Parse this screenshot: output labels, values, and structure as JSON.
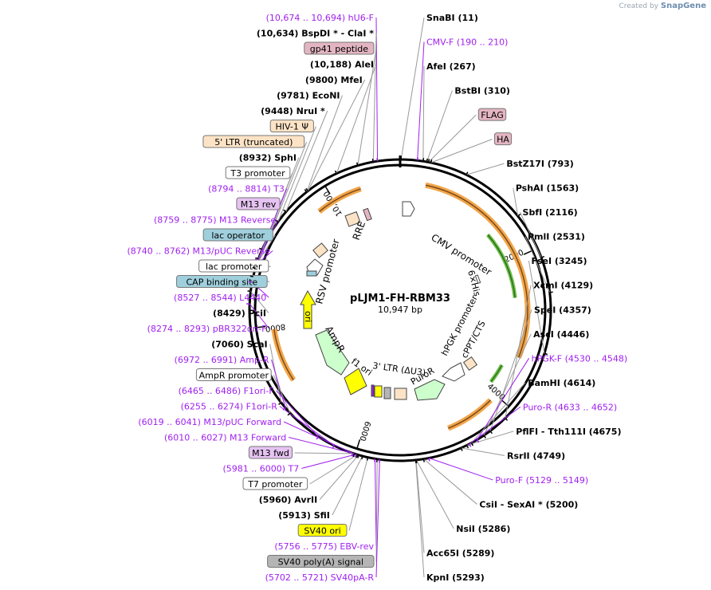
{
  "branding": {
    "prefix": "Created by",
    "name": "SnapGene"
  },
  "plasmid": {
    "name": "pLJM1-FH-RBM33",
    "length": "10,947 bp"
  },
  "colors": {
    "primer": "#a020f0",
    "site_text": "#000000",
    "line": "#9b9b9b",
    "backbone": "#000000"
  },
  "ticks": [
    {
      "label": "2000",
      "pos": 2000
    },
    {
      "label": "4000",
      "pos": 4000
    },
    {
      "label": "6000",
      "pos": 6000
    },
    {
      "label": "8000",
      "pos": 8000
    },
    {
      "label": "10,000",
      "pos": 10000
    }
  ],
  "labels": [
    {
      "id": "hu6f",
      "text": "(10,674 .. 10,694)  hU6-F",
      "kind": "primer",
      "anchor": 10684
    },
    {
      "id": "bspdi",
      "text": "(10,634)  BspDI * - ClaI *",
      "kind": "site",
      "anchor": 10634
    },
    {
      "id": "gp41",
      "text": "gp41 peptide",
      "kind": "feature",
      "fill": "#e3b5c2",
      "anchor": 10450
    },
    {
      "id": "alei",
      "text": "(10,188)  AleI",
      "kind": "site",
      "anchor": 10188
    },
    {
      "id": "mfei",
      "text": "(9800)  MfeI",
      "kind": "site",
      "anchor": 9800
    },
    {
      "id": "econi",
      "text": "(9781)  EcoNI",
      "kind": "site",
      "anchor": 9781
    },
    {
      "id": "drui",
      "text": "(9448)  NruI *",
      "kind": "site",
      "anchor": 9448
    },
    {
      "id": "hiv",
      "text": "HIV-1 Ψ",
      "kind": "feature",
      "fill": "#fde3c6",
      "anchor": 9300
    },
    {
      "id": "ltr5",
      "text": "5' LTR (truncated)",
      "kind": "feature",
      "fill": "#fde3c6",
      "anchor": 9150
    },
    {
      "id": "sphi",
      "text": "(8932)  SphI",
      "kind": "site",
      "anchor": 8932
    },
    {
      "id": "t3p",
      "text": "T3 promoter",
      "kind": "feature",
      "fill": "#ffffff",
      "anchor": 8815
    },
    {
      "id": "t3",
      "text": "(8794 .. 8814)  T3",
      "kind": "primer",
      "anchor": 8804
    },
    {
      "id": "m13rev",
      "text": "M13 rev",
      "kind": "feature",
      "fill": "#e6c3f2",
      "anchor": 8775
    },
    {
      "id": "m13reverse",
      "text": "(8759 .. 8775)  M13 Reverse",
      "kind": "primer",
      "anchor": 8767
    },
    {
      "id": "lacop",
      "text": "lac operator",
      "kind": "feature",
      "fill": "#9fcfdc",
      "anchor": 8760
    },
    {
      "id": "m13puc",
      "text": "(8740 .. 8762)  M13/pUC Reverse",
      "kind": "primer",
      "anchor": 8751
    },
    {
      "id": "lacprom",
      "text": "lac promoter",
      "kind": "feature",
      "fill": "#ffffff",
      "anchor": 8700
    },
    {
      "id": "cap",
      "text": "CAP binding site",
      "kind": "feature",
      "fill": "#9fcfdc",
      "anchor": 8600
    },
    {
      "id": "l4440",
      "text": "(8527 .. 8544)  L4440",
      "kind": "primer",
      "anchor": 8535
    },
    {
      "id": "pcii",
      "text": "(8429)  PciI",
      "kind": "site",
      "anchor": 8429
    },
    {
      "id": "pbr",
      "text": "(8274 .. 8293)  pBR322ori-F",
      "kind": "primer",
      "anchor": 8283
    },
    {
      "id": "scai",
      "text": "(7060)  ScaI",
      "kind": "site",
      "anchor": 7060
    },
    {
      "id": "ampr_p",
      "text": "(6972 .. 6991)  Amp-R",
      "kind": "primer",
      "anchor": 6981
    },
    {
      "id": "amprprom",
      "text": "AmpR promoter",
      "kind": "feature",
      "fill": "#ffffff",
      "anchor": 6900
    },
    {
      "id": "f1orif",
      "text": "(6465 .. 6486)  F1ori-F",
      "kind": "primer",
      "anchor": 6475
    },
    {
      "id": "f1orir",
      "text": "(6255 .. 6274)  F1ori-R",
      "kind": "primer",
      "anchor": 6264
    },
    {
      "id": "m13pucf",
      "text": "(6019 .. 6041)  M13/pUC Forward",
      "kind": "primer",
      "anchor": 6030
    },
    {
      "id": "m13f",
      "text": "(6010 .. 6027)  M13 Forward",
      "kind": "primer",
      "anchor": 6018
    },
    {
      "id": "m13fwd",
      "text": "M13 fwd",
      "kind": "feature",
      "fill": "#e6c3f2",
      "anchor": 6012
    },
    {
      "id": "t7",
      "text": "(5981 .. 6000)  T7",
      "kind": "primer",
      "anchor": 5990
    },
    {
      "id": "t7p",
      "text": "T7 promoter",
      "kind": "feature",
      "fill": "#ffffff",
      "anchor": 5975
    },
    {
      "id": "avrii",
      "text": "(5960)  AvrII",
      "kind": "site",
      "anchor": 5960
    },
    {
      "id": "sfii",
      "text": "(5913)  SfiI",
      "kind": "site",
      "anchor": 5913
    },
    {
      "id": "sv40ori",
      "text": "SV40 ori",
      "kind": "feature",
      "fill": "#ffff00",
      "anchor": 5850
    },
    {
      "id": "ebv",
      "text": "(5756 .. 5775)  EBV-rev",
      "kind": "primer",
      "anchor": 5765
    },
    {
      "id": "sv40pa",
      "text": "SV40 poly(A) signal",
      "kind": "feature",
      "fill": "#b5b5b5",
      "anchor": 5740
    },
    {
      "id": "sv40par",
      "text": "(5702 .. 5721)  SV40pA-R",
      "kind": "primer",
      "anchor": 5711
    },
    {
      "id": "snabi",
      "text": "SnaBI    (11)",
      "kind": "site",
      "anchor": 11
    },
    {
      "id": "cmvf",
      "text": "CMV-F    (190 .. 210)",
      "kind": "primer",
      "anchor": 200
    },
    {
      "id": "afei",
      "text": "AfeI    (267)",
      "kind": "site",
      "anchor": 267
    },
    {
      "id": "bstbi",
      "text": "BstBI    (310)",
      "kind": "site",
      "anchor": 310
    },
    {
      "id": "flag",
      "text": "FLAG",
      "kind": "feature",
      "fill": "#e3b5c2",
      "anchor": 330
    },
    {
      "id": "ha",
      "text": "HA",
      "kind": "feature",
      "fill": "#e3b5c2",
      "anchor": 360
    },
    {
      "id": "bstz",
      "text": "BstZ17I    (793)",
      "kind": "site",
      "anchor": 793
    },
    {
      "id": "pshai",
      "text": "PshAI    (1563)",
      "kind": "site",
      "anchor": 1563
    },
    {
      "id": "sbfi",
      "text": "SbfI    (2116)",
      "kind": "site",
      "anchor": 2116
    },
    {
      "id": "pmli",
      "text": "PmlI    (2531)",
      "kind": "site",
      "anchor": 2531
    },
    {
      "id": "fsei",
      "text": "FseI    (3245)",
      "kind": "site",
      "anchor": 3245
    },
    {
      "id": "xcmi",
      "text": "XcmI    (4129)",
      "kind": "site",
      "anchor": 4129
    },
    {
      "id": "spei",
      "text": "SpeI    (4357)",
      "kind": "site",
      "anchor": 4357
    },
    {
      "id": "asci",
      "text": "AscI    (4446)",
      "kind": "site",
      "anchor": 4446
    },
    {
      "id": "hpgkf",
      "text": "hPGK-F    (4530 .. 4548)",
      "kind": "primer",
      "anchor": 4539
    },
    {
      "id": "bamhi",
      "text": "BamHI    (4614)",
      "kind": "site",
      "anchor": 4614
    },
    {
      "id": "puror",
      "text": "Puro-R    (4633 .. 4652)",
      "kind": "primer",
      "anchor": 4642
    },
    {
      "id": "pflfi",
      "text": "PflFI - Tth111I    (4675)",
      "kind": "site",
      "anchor": 4675
    },
    {
      "id": "rsrii",
      "text": "RsrII    (4749)",
      "kind": "site",
      "anchor": 4749
    },
    {
      "id": "purof",
      "text": "Puro-F    (5129 .. 5149)",
      "kind": "primer",
      "anchor": 5139
    },
    {
      "id": "csii",
      "text": "CsiI - SexAI *    (5200)",
      "kind": "site",
      "anchor": 5200
    },
    {
      "id": "nsii",
      "text": "NsiI    (5286)",
      "kind": "site",
      "anchor": 5286
    },
    {
      "id": "acc65i",
      "text": "Acc65I    (5289)",
      "kind": "site",
      "anchor": 5289
    },
    {
      "id": "kpni",
      "text": "KpnI    (5293)",
      "kind": "site",
      "anchor": 5293
    }
  ],
  "inner_features": [
    {
      "id": "cmv",
      "text": "CMV promoter",
      "color": "#ffffff"
    },
    {
      "id": "sixhis",
      "text": "6×His",
      "color": "#ffffff"
    },
    {
      "id": "hpgk",
      "text": "hPGK promoter",
      "color": "#ffffff"
    },
    {
      "id": "cppt",
      "text": "cPPT/CTS",
      "color": "#ffffff"
    },
    {
      "id": "puro",
      "text": "PuroR",
      "color": "#ccffcc"
    },
    {
      "id": "ltr3",
      "text": "3' LTR (ΔU3)",
      "color": "#fde3c6"
    },
    {
      "id": "f1ori",
      "text": "f1 ori",
      "color": "#ffff00"
    },
    {
      "id": "ampr",
      "text": "AmpR",
      "color": "#ccffcc"
    },
    {
      "id": "ori",
      "text": "ori",
      "color": "#ffff00"
    },
    {
      "id": "rsv",
      "text": "RSV promoter",
      "color": "#ffffff"
    },
    {
      "id": "rre",
      "text": "RRE",
      "color": "#fde3c6"
    }
  ]
}
